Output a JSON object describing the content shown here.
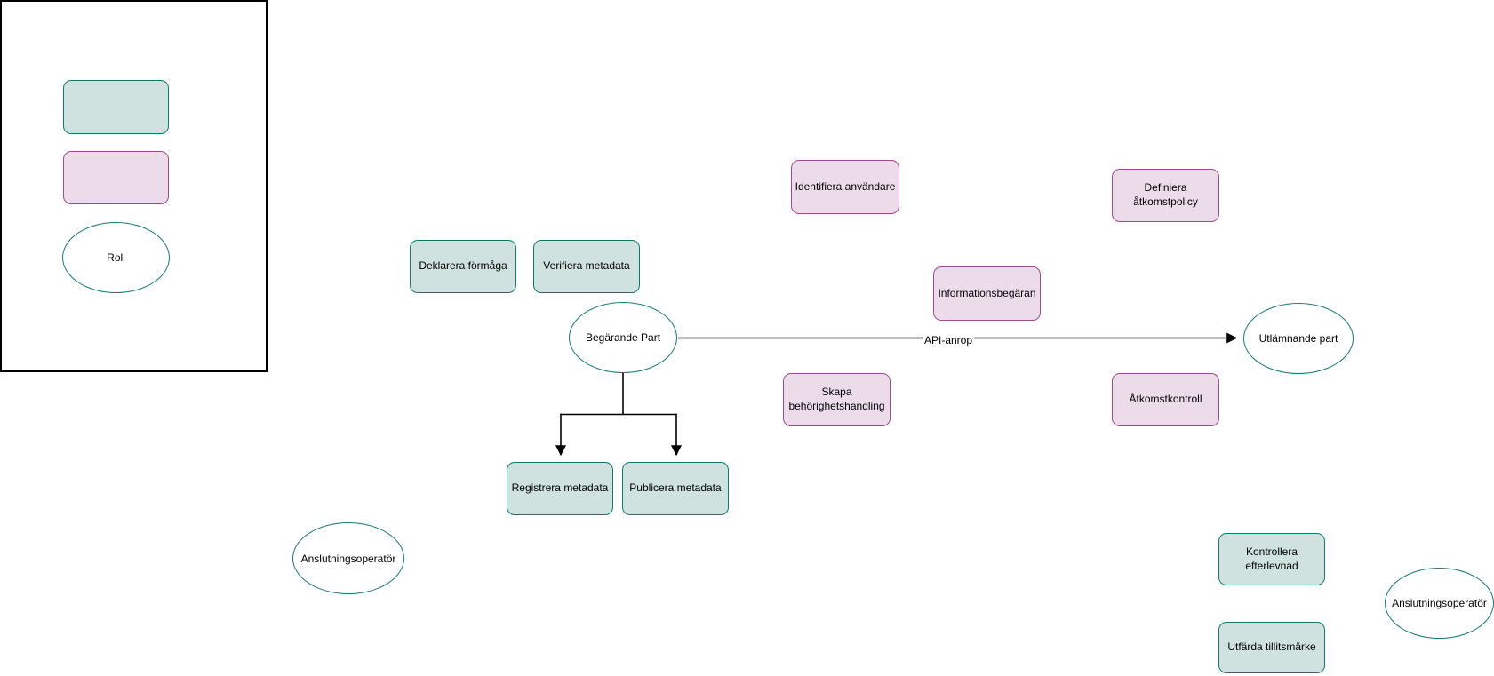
{
  "legend": {
    "role_label": "Roll"
  },
  "nodes": {
    "identifiera_anvandare": "Identifiera användare",
    "definiera_atkomstpolicy": "Definiera åtkomstpolicy",
    "deklarera_formaga": "Deklarera förmåga",
    "verifiera_metadata": "Verifiera metadata",
    "informationsbegaran": "Informationsbegäran",
    "skapa_behorighetshandling": "Skapa behörighetshandling",
    "atkomstkontroll": "Åtkomstkontroll",
    "registrera_metadata": "Registrera metadata",
    "publicera_metadata": "Publicera metadata",
    "kontrollera_efterlevnad": "Kontrollera efterlevnad",
    "utfarda_tillitsmarke": "Utfärda tillitsmärke"
  },
  "roles": {
    "begarande_part": "Begärande Part",
    "utlamnande_part": "Utlämnande part",
    "anslutningsoperator_vanster": "Anslutningsoperatör",
    "anslutningsoperator_hoger": "Anslutningsoperatör"
  },
  "edges": {
    "api_anrop": "API-anrop"
  },
  "colors": {
    "teal_fill": "#cfe2df",
    "teal_stroke": "#10796f",
    "pink_fill": "#ecdcea",
    "pink_stroke": "#9e4a90",
    "line": "#000000"
  }
}
